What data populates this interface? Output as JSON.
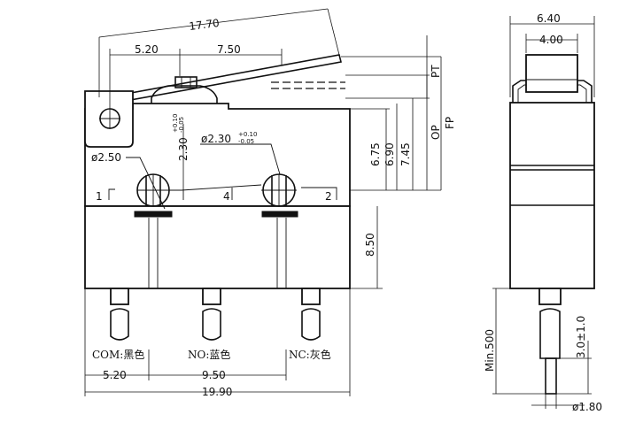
{
  "dimensions": {
    "lever_length": "17.70",
    "pivot_offset": "5.20",
    "plunger_offset": "7.50",
    "side_width": "6.40",
    "plunger_width": "4.00",
    "hole_diameter": "ø2.50",
    "hole2_diameter": "ø2.30",
    "hole2_tolerance_upper": "+0.10",
    "hole2_tolerance_lower": "-0.05",
    "hole1_vertical": "2.30",
    "hole1_tolerance_upper": "+0.10",
    "hole1_tolerance_lower": "-0.05",
    "h_675": "6.75",
    "h_690": "6.90",
    "h_745": "7.45",
    "h_850": "8.50",
    "pt_label": "PT",
    "op_label": "OP",
    "fp_label": "FP",
    "terminal_pitch_left": "5.20",
    "terminal_pitch_mid": "9.50",
    "overall_width": "19.90",
    "wire_min_length": "Min.500",
    "strip_length": "3.0±1.0",
    "wire_diameter": "ø1.80"
  },
  "terminals": {
    "t1": "1",
    "t4": "4",
    "t2": "2",
    "com": "COM:黑色",
    "no": "NO:蓝色",
    "nc": "NC:灰色"
  }
}
